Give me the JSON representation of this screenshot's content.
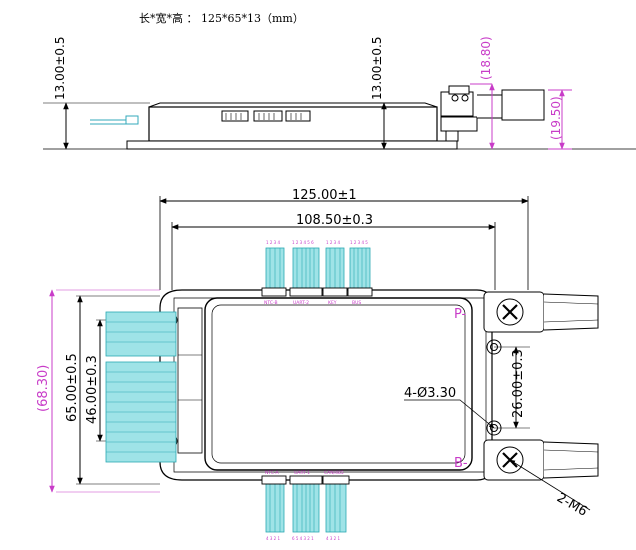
{
  "header": {
    "dimensions_note": "长*宽*高 ： 125*65*13（mm）"
  },
  "side_view": {
    "left_height_dim": "13.00±0.5",
    "mid_height_dim": "13.00±0.5",
    "terminal_total_height_dim": "(18.80)",
    "terminal_height_dim": "(19.50)"
  },
  "top_view": {
    "overall_length_dim": "125.00±1",
    "inner_length_dim": "108.50±0.3",
    "overall_width_dim": "(68.30)",
    "width_dim": "65.00±0.5",
    "inner_width_dim": "46.00±0.3",
    "terminal_spacing_dim": "26.00±0.3",
    "hole_dim": "4-Ø3.30",
    "thread_dim": "2-M6",
    "terminal_p_label": "P-",
    "terminal_b_label": "B-",
    "top_connector_labels": [
      "NTC-B",
      "UART-2",
      "KEY",
      "BUS"
    ],
    "bottom_connector_labels": [
      "NTC-A",
      "UART-1",
      "CAN/485"
    ],
    "top_pin_labels": [
      "1 2 3 4",
      "1 2 3 4 5 6",
      "1 2 3 4",
      "1 2 3 4 5"
    ],
    "bottom_pin_labels": [
      "4 3 2 1",
      "6 5 4 3 2 1",
      "4 3 2 1"
    ]
  },
  "colors": {
    "line": "#000000",
    "dimension_accent": "#c83cc8",
    "wire": "#5fd0d6",
    "wire_dark": "#2aa9b2"
  }
}
